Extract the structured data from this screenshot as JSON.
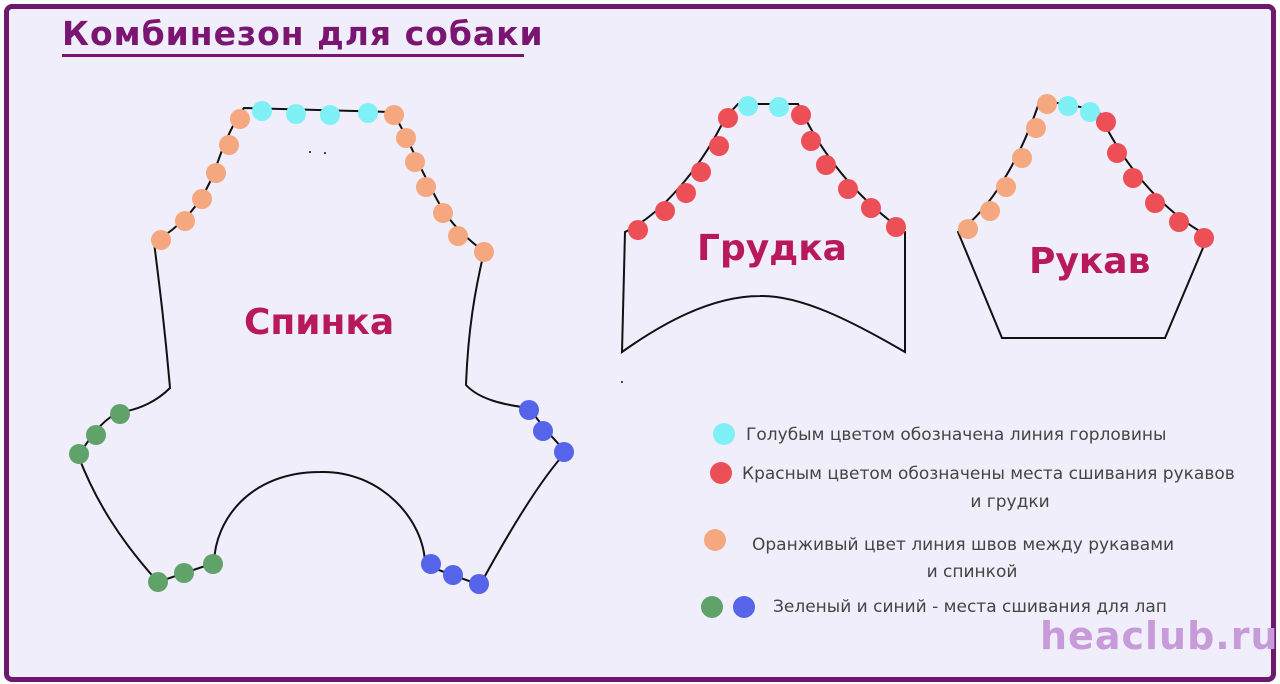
{
  "title": "Комбинезон для собаки",
  "pieces": {
    "back": "Спинка",
    "chest": "Грудка",
    "sleeve": "Рукав"
  },
  "colors": {
    "neck": "#7ff0f5",
    "sleeve_chest_seam": "#ec4f55",
    "sleeve_back_seam": "#f5a880",
    "leg_green": "#5fa36a",
    "leg_blue": "#5564e8",
    "piece_label": "#b8195a",
    "title": "#7a1672",
    "frame": "#6d1a6e"
  },
  "legend": [
    {
      "color_key": "neck",
      "text": "Голубым цветом обозначена линия горловины"
    },
    {
      "color_key": "sleeve_chest_seam",
      "text_line1": "Красным цветом обозначены места сшивания рукавов",
      "text_line2": "и грудки"
    },
    {
      "color_key": "sleeve_back_seam",
      "text_line1": "Оранживый цвет линия швов между рукавами",
      "text_line2": "и спинкой"
    },
    {
      "color_keys": [
        "leg_green",
        "leg_blue"
      ],
      "text": "Зеленый и синий - места сшивания для лап"
    }
  ],
  "watermark": "heaclub.ru"
}
